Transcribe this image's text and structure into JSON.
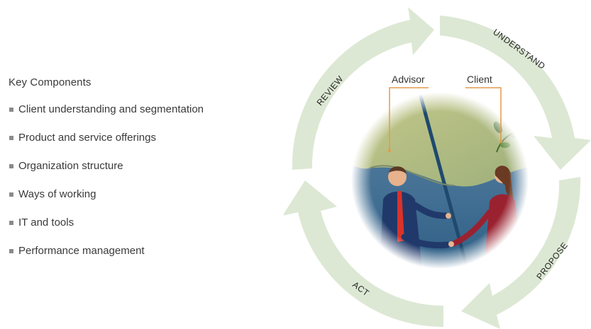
{
  "key_components": {
    "heading": "Key Components",
    "items": [
      "Client understanding and segmentation",
      "Product and service offerings",
      "Organization structure",
      "Ways of working",
      "IT and tools",
      "Performance management"
    ]
  },
  "cycle": {
    "stages": {
      "understand": "UNDERSTAND",
      "propose": "PROPOSE",
      "act": "ACT",
      "review": "REVIEW"
    },
    "roles": {
      "advisor": "Advisor",
      "client": "Client"
    },
    "colors": {
      "arrow": "#dde8d4",
      "callout": "#e59a4a",
      "text": "#3a3a3a"
    }
  }
}
